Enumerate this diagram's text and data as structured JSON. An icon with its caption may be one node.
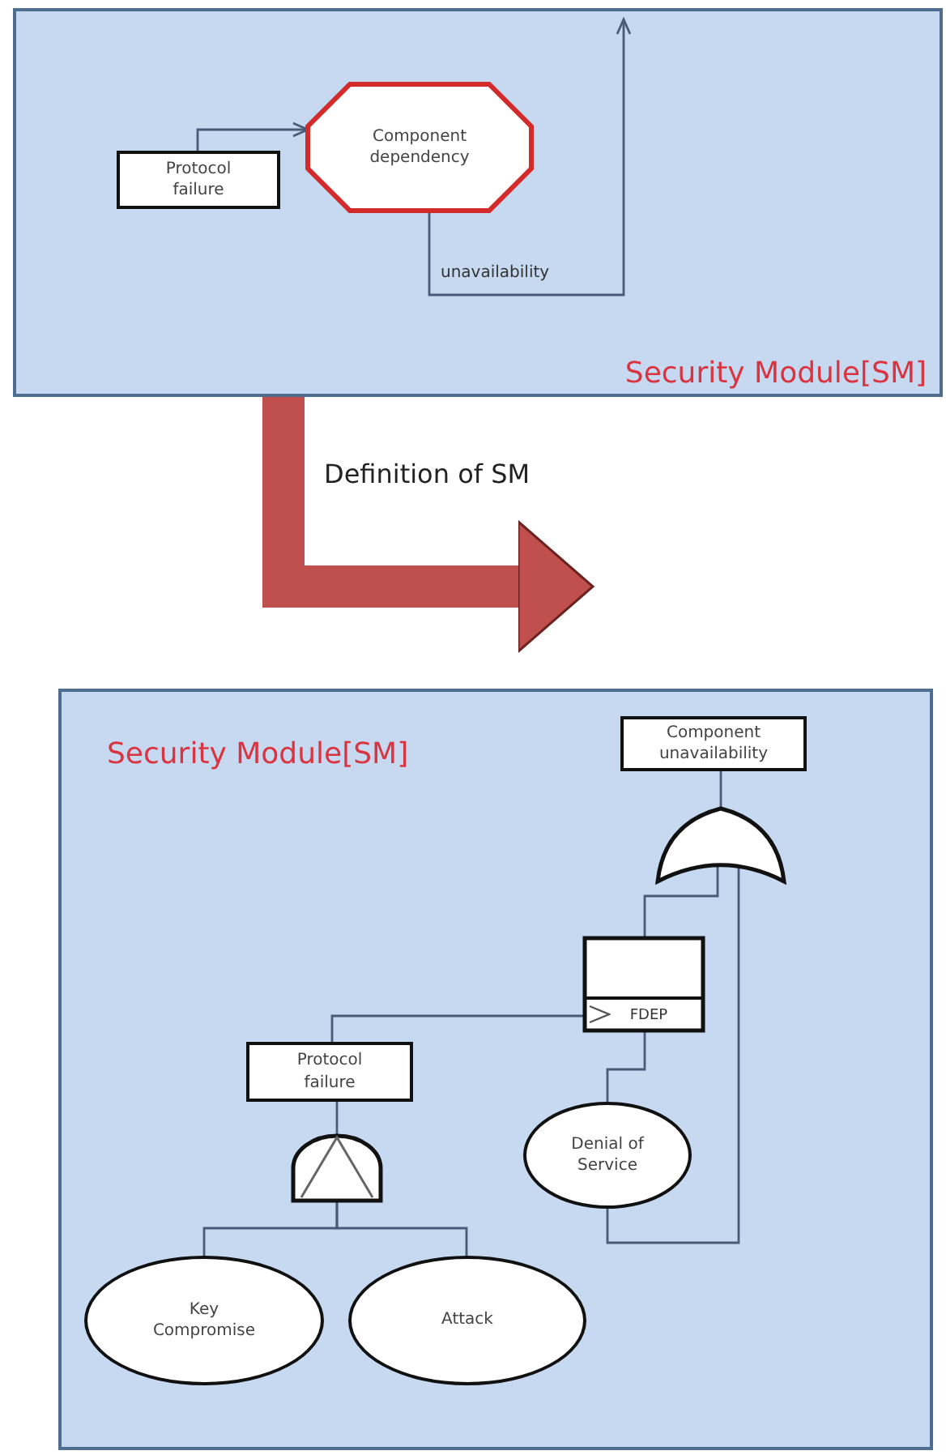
{
  "diagram": {
    "nodes": [
      {
        "text": [
          "Security Module[SM]"
        ]
      },
      {
        "text": [
          "Protocol failure"
        ],
        "in": 0
      },
      {
        "text": [
          "Component dependency"
        ],
        "in": 0
      },
      {
        "text": [
          "Security Module[SM]"
        ]
      },
      {
        "text": [
          "Component unavailability"
        ],
        "in": 3
      },
      {
        "text": [],
        "shape": "gate",
        "in": 3
      },
      {
        "text": [
          "FDEP"
        ],
        "in": 3
      },
      {
        "text": [
          "Protocol failure"
        ],
        "in": 3
      },
      {
        "text": [],
        "shape": "gate",
        "in": 3
      },
      {
        "text": [
          "Denial of Service"
        ],
        "in": 3
      },
      {
        "text": [
          "Key Compromise"
        ],
        "in": 3
      },
      {
        "text": [
          "Attack"
        ],
        "in": 3
      }
    ],
    "edges": [
      {
        "from": 1,
        "to": 2,
        "arrow": "to"
      },
      {
        "from": 2,
        "to": null,
        "arrow": "to",
        "label": "unavailability"
      },
      {
        "from": 0,
        "to": 3,
        "arrow": "to",
        "label": "Definition of SM",
        "style": "thick",
        "color": "#c0504d"
      },
      {
        "from": 4,
        "to": 5,
        "arrow": "none"
      },
      {
        "from": 5,
        "to": 6,
        "arrow": "none"
      },
      {
        "from": 6,
        "to": 7,
        "arrow": "none"
      },
      {
        "from": 6,
        "to": 9,
        "arrow": "none"
      },
      {
        "from": 7,
        "to": 8,
        "arrow": "none"
      },
      {
        "from": 8,
        "to": 10,
        "arrow": "none"
      },
      {
        "from": 8,
        "to": 11,
        "arrow": "none"
      },
      {
        "from": 9,
        "to": 5,
        "arrow": "none"
      }
    ]
  }
}
